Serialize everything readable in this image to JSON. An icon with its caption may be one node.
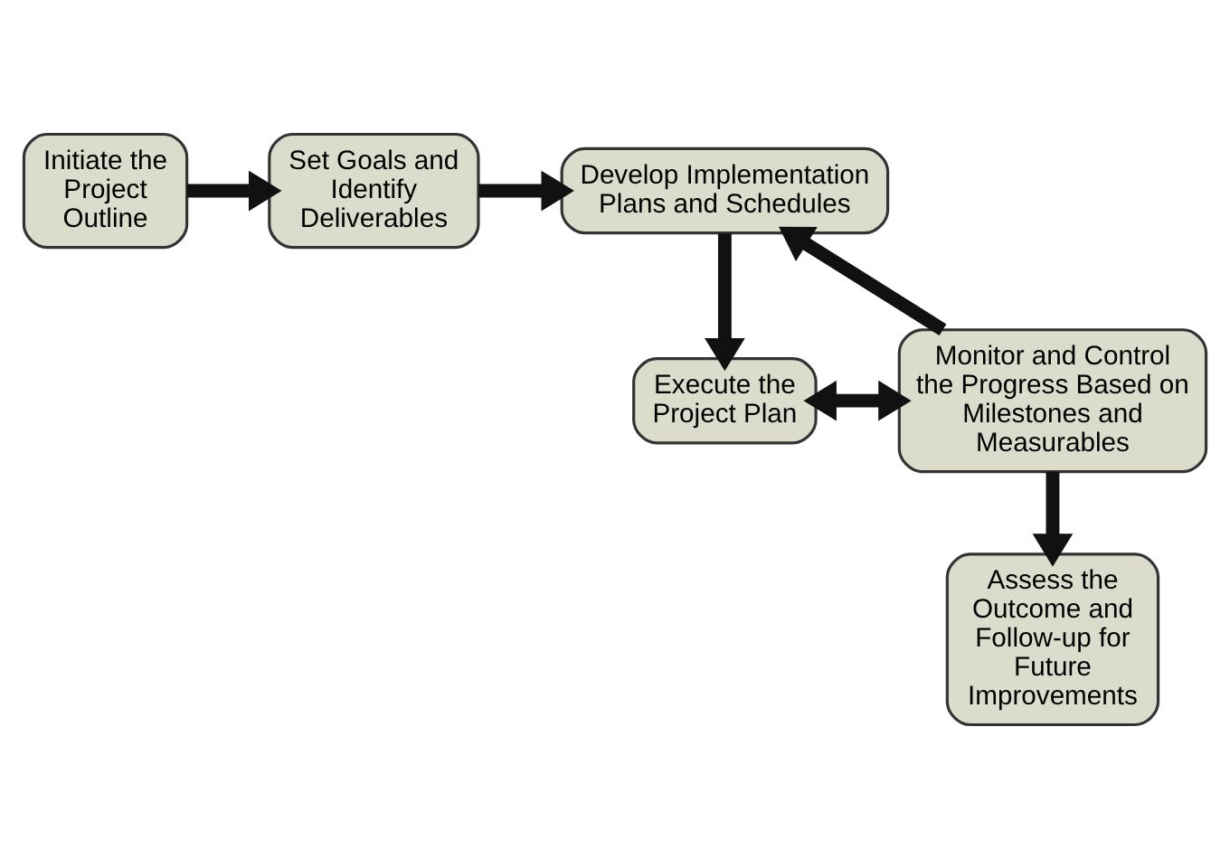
{
  "diagram": {
    "nodes": [
      {
        "text": [
          "Initiate the Project Outline"
        ]
      },
      {
        "text": [
          "Set Goals and Identify Deliverables"
        ]
      },
      {
        "text": [
          "Develop Implementation Plans and Schedules"
        ]
      },
      {
        "text": [
          "Execute the Project Plan"
        ]
      },
      {
        "text": [
          "Monitor and Control the Progress Based on Milestones and Measurables"
        ]
      },
      {
        "text": [
          "Assess the Outcome and Follow-up for Future Improvements"
        ]
      }
    ],
    "edges": [
      {
        "from": 0,
        "to": 1,
        "arrow": "to"
      },
      {
        "from": 1,
        "to": 2,
        "arrow": "to"
      },
      {
        "from": 2,
        "to": 3,
        "arrow": "to"
      },
      {
        "from": 3,
        "to": 4,
        "arrow": "both"
      },
      {
        "from": 4,
        "to": 2,
        "arrow": "to"
      },
      {
        "from": 4,
        "to": 5,
        "arrow": "to"
      }
    ]
  }
}
